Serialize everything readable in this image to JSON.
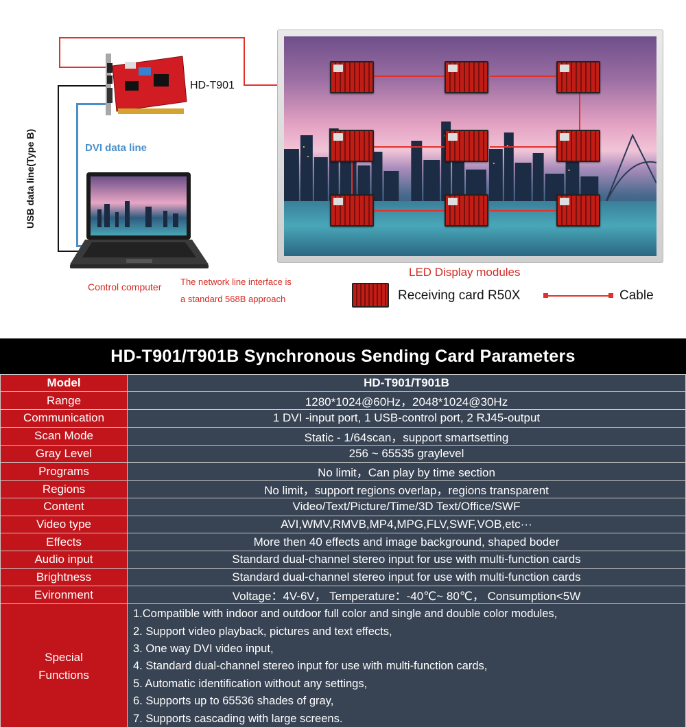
{
  "diagram": {
    "card_label": "HD-T901",
    "dvi_label": "DVI data line",
    "usb_label": "USB data line(Type B)",
    "control_label": "Control computer",
    "network_note_line1": "The network line interface is",
    "network_note_line2": "a standard 568B approach",
    "display_label": "LED Display modules",
    "legend": {
      "receiving_card": "Receiving card R50X",
      "cable": "Cable"
    },
    "colors": {
      "wire": "#e0322b",
      "dvi": "#4a8fc9",
      "note": "#d32b22"
    }
  },
  "params": {
    "title": "HD-T901/T901B Synchronous  Sending Card Parameters",
    "header": {
      "key": "Model",
      "value": "HD-T901/T901B"
    },
    "rows": [
      {
        "key": "Range",
        "value": "1280*1024@60Hz，2048*1024@30Hz"
      },
      {
        "key": "Communication",
        "value": "1 DVI -input port, 1 USB-control port, 2 RJ45-output"
      },
      {
        "key": "Scan Mode",
        "value": "Static - 1/64scan，support smartsetting"
      },
      {
        "key": "Gray Level",
        "value": "256 ~ 65535 graylevel"
      },
      {
        "key": "Programs",
        "value": "No limit，Can play by time section"
      },
      {
        "key": "Regions",
        "value": "No limit，support regions overlap，regions transparent"
      },
      {
        "key": "Content",
        "value": "Video/Text/Picture/Time/3D Text/Office/SWF"
      },
      {
        "key": "Video type",
        "value": "AVI,WMV,RMVB,MP4,MPG,FLV,SWF,VOB,etc···"
      },
      {
        "key": "Effects",
        "value": "More then 40 effects and image background, shaped boder"
      },
      {
        "key": "Audio input",
        "value": "Standard dual-channel stereo input for use with multi-function cards"
      },
      {
        "key": "Brightness",
        "value": "Standard dual-channel stereo input for use with multi-function cards"
      },
      {
        "key": "Evironment",
        "value": "Voltage：4V-6V， Temperature：-40℃~ 80℃， Consumption<5W"
      }
    ],
    "special": {
      "key_line1": "Special",
      "key_line2": "Functions",
      "lines": [
        "1.Compatible with indoor and outdoor full color and single and double color modules,",
        "2. Support video playback, pictures and text effects,",
        "3. One way DVI video input,",
        "4. Standard dual-channel stereo input for use with multi-function cards,",
        "5. Automatic identification without any settings,",
        "6. Supports up to 65536 shades of gray,",
        "7. Supports cascading with large screens."
      ]
    },
    "colors": {
      "key_bg": "#c1141b",
      "value_bg": "#384353",
      "title_bg": "#000000"
    }
  }
}
